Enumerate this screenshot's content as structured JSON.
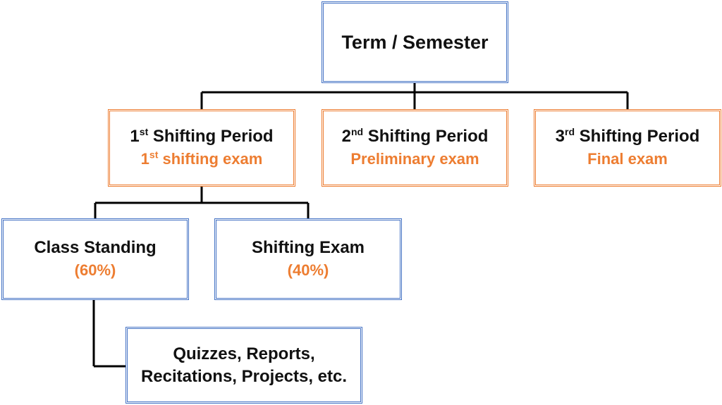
{
  "root": {
    "title": "Term / Semester"
  },
  "periods": [
    {
      "num": "1",
      "suffix": "st",
      "title": "Shifting Period",
      "exam_num": "1",
      "exam_suffix": "st",
      "exam": "shifting exam"
    },
    {
      "num": "2",
      "suffix": "nd",
      "title": "Shifting Period",
      "exam": "Preliminary exam"
    },
    {
      "num": "3",
      "suffix": "rd",
      "title": "Shifting Period",
      "exam": "Final exam"
    }
  ],
  "components": [
    {
      "title": "Class Standing",
      "weight": "(60%)"
    },
    {
      "title": "Shifting Exam",
      "weight": "(40%)"
    }
  ],
  "details": {
    "line1": "Quizzes, Reports,",
    "line2": "Recitations, Projects, etc."
  },
  "colors": {
    "blue_border": "#4472C4",
    "orange_border": "#ED7D31",
    "orange_text": "#ED7D31",
    "connector": "#000000"
  }
}
